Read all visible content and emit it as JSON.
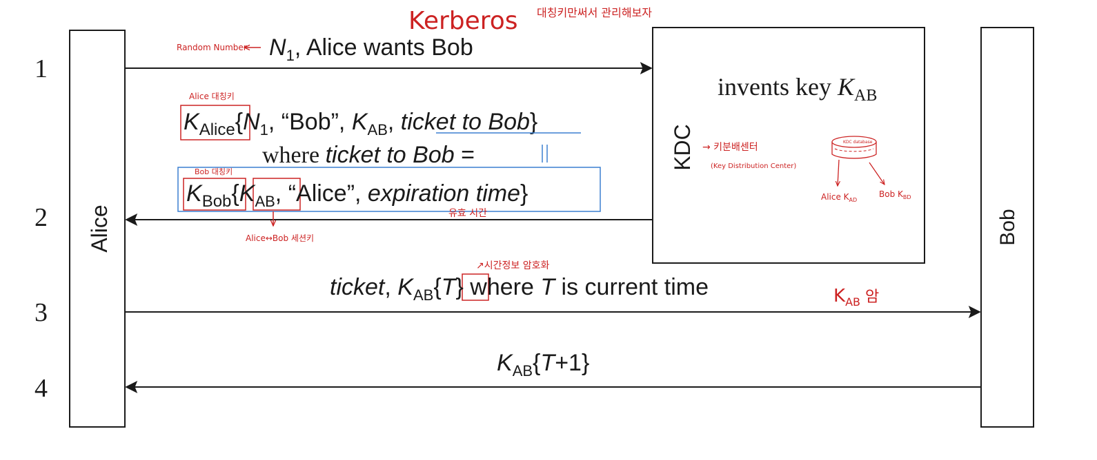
{
  "title": "Kerberos",
  "header_note": "대칭키만써서 관리해보자",
  "colors": {
    "ink": "#1a1a1a",
    "annotation": "#cc2222",
    "highlight_box": "#3a7fd0"
  },
  "participants": {
    "alice": "Alice",
    "kdc": "KDC",
    "bob": "Bob"
  },
  "steps": {
    "s1": "1",
    "s2": "2",
    "s3": "3",
    "s4": "4"
  },
  "messages": {
    "m1": {
      "n": "N",
      "n_sub": "1",
      "rest": ", Alice wants Bob"
    },
    "kdc_invents": {
      "text": "invents key ",
      "k": "K",
      "k_sub": "AB"
    },
    "m2_line1": {
      "k": "K",
      "k_sub": "Alice",
      "open": "{",
      "n": "N",
      "n_sub": "1",
      "bob": ", “Bob”, ",
      "kab": "K",
      "kab_sub": "AB",
      "comma": ", ",
      "ticket": "ticket to Bob",
      "close": "}"
    },
    "m2_where": {
      "where": "where ",
      "ticket": "ticket to Bob",
      "eq": " ="
    },
    "m2_line3": {
      "k": "K",
      "k_sub": "Bob",
      "open": "{",
      "kab": "K",
      "kab_sub": "AB",
      "alice": ", “Alice”, ",
      "exp": "expiration time",
      "close": "}"
    },
    "m3": {
      "ticket": "ticket",
      "comma": ", ",
      "k": "K",
      "k_sub": "AB",
      "open": "{",
      "t": "T",
      "close": "}",
      "where": " where ",
      "t2": "T",
      "rest": " is current time"
    },
    "m4": {
      "k": "K",
      "k_sub": "AB",
      "open": "{",
      "t": "T",
      "rest": "+1}"
    }
  },
  "annotations": {
    "random_number": "Random Number",
    "alice_key": "Alice 대칭키",
    "bob_key": "Bob 대칭키",
    "session_key": "Alice↔Bob 세션키",
    "valid_time": "유효 시간",
    "kdc_center": "→ 키분배센터",
    "kdc_center_en": "(Key Distribution Center)",
    "kdc_database": "KDC database",
    "db_alice": "Alice K",
    "db_alice_sub": "AD",
    "db_bob": "Bob K",
    "db_bob_sub": "BD",
    "time_encrypt": "시간정보 암호화",
    "kab_pwd": "K",
    "kab_pwd_sub": "AB",
    "kab_pwd_tail": " 암"
  }
}
